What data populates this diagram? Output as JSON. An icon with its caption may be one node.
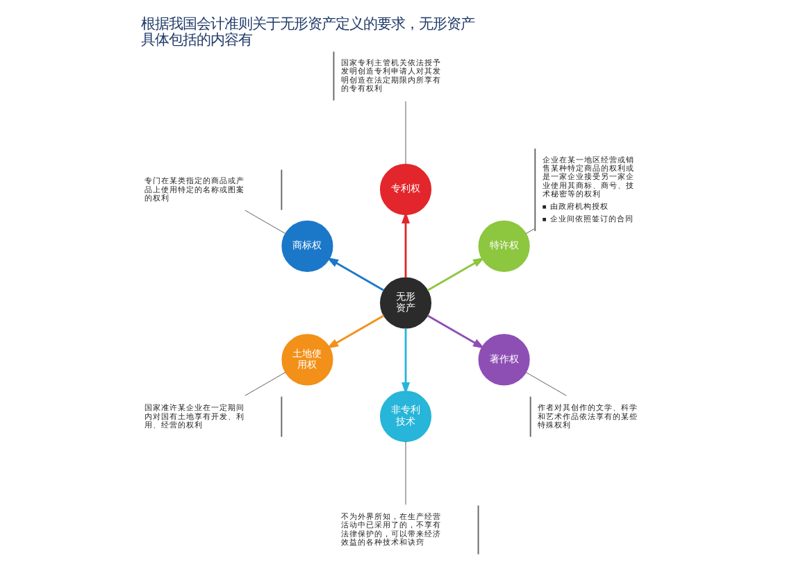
{
  "diagram": {
    "title": "根据我国会计准则关于无形资产定义的要求，无形资产具体包括的内容有",
    "nodes": [
      {
        "text": [
          "无形资产"
        ]
      },
      {
        "text": [
          "专利权"
        ]
      },
      {
        "text": [
          "特许权"
        ]
      },
      {
        "text": [
          "著作权"
        ]
      },
      {
        "text": [
          "非专利技术"
        ]
      },
      {
        "text": [
          "土地使用权"
        ]
      },
      {
        "text": [
          "商标权"
        ]
      },
      {
        "text": [
          "国家专利主管机关依法授予发明创造专利申请人对其发明创造在法定期限内所享有的专有权利"
        ]
      },
      {
        "text": [
          "企业在某一地区经营或销售某种特定商品的权利或是一家企业接受另一家企业使用其商标、商号、技术秘密等的权利",
          "由政府机构授权",
          "企业间依照签订的合同"
        ]
      },
      {
        "text": [
          "作者对其创作的文学、科学和艺术作品依法享有的某些特殊权利"
        ]
      },
      {
        "text": [
          "不为外界所知，在生产经营活动中已采用了的，不享有法律保护的，可以带来经济效益的各种技术和诀窍"
        ]
      },
      {
        "text": [
          "国家准许某企业在一定期间内对国有土地享有开发、利用、经营的权利"
        ]
      },
      {
        "text": [
          "专门在某类指定的商品或产品上使用特定的名称或图案的权利"
        ]
      }
    ],
    "edges": [
      {
        "from": 0,
        "to": 1,
        "arrow": "to",
        "color": "#e3262b"
      },
      {
        "from": 0,
        "to": 2,
        "arrow": "to",
        "color": "#8dc63f"
      },
      {
        "from": 0,
        "to": 3,
        "arrow": "to",
        "color": "#8e4fb5"
      },
      {
        "from": 0,
        "to": 4,
        "arrow": "to",
        "color": "#27b5d9"
      },
      {
        "from": 0,
        "to": 5,
        "arrow": "to",
        "color": "#f39019"
      },
      {
        "from": 0,
        "to": 6,
        "arrow": "to",
        "color": "#1b78c9"
      },
      {
        "from": 7,
        "to": 1,
        "arrow": "none"
      },
      {
        "from": 8,
        "to": 2,
        "arrow": "none"
      },
      {
        "from": 9,
        "to": 3,
        "arrow": "none"
      },
      {
        "from": 10,
        "to": 4,
        "arrow": "none"
      },
      {
        "from": 11,
        "to": 5,
        "arrow": "none"
      },
      {
        "from": 12,
        "to": 6,
        "arrow": "none"
      }
    ]
  }
}
